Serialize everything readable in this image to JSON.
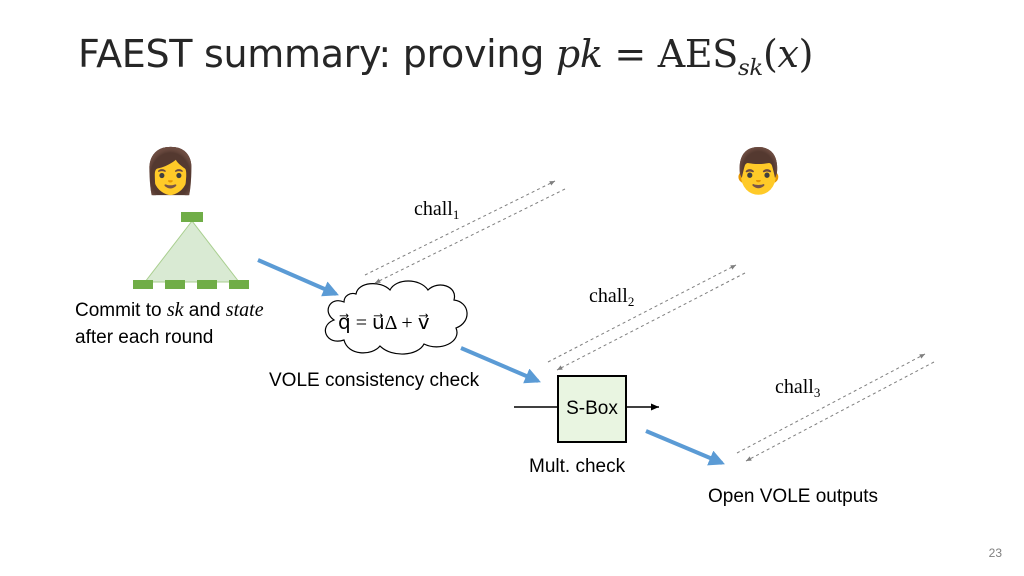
{
  "title": {
    "text": "FAEST summary: proving",
    "math_lhs": "pk",
    "math_eq": " = ",
    "math_fn": "AES",
    "math_sub": "sk",
    "math_arg_open": "(",
    "math_arg": "x",
    "math_arg_close": ")"
  },
  "prover": {
    "icon": "woman-emoji-icon",
    "glyph": "👩"
  },
  "verifier": {
    "icon": "man-emoji-icon",
    "glyph": "👨"
  },
  "commit": {
    "line1_a": "Commit to ",
    "line1_sk": "sk",
    "line1_b": " and ",
    "line1_state": "state",
    "line2": "after each round"
  },
  "cloud_equation": "q⃗ = u⃗Δ + v⃗",
  "vole_check": "VOLE consistency check",
  "sbox": "S-Box",
  "mult_check": "Mult. check",
  "open_vole": "Open VOLE outputs",
  "challenges": [
    {
      "base": "chall",
      "sub": "1"
    },
    {
      "base": "chall",
      "sub": "2"
    },
    {
      "base": "chall",
      "sub": "3"
    }
  ],
  "colors": {
    "tree_fill": "#d9ead3",
    "tree_node": "#70ad47",
    "blue_arrow": "#5b9bd5",
    "dashed": "#7f7f7f",
    "sbox_fill": "#e9f5e1"
  },
  "page_number": "23"
}
